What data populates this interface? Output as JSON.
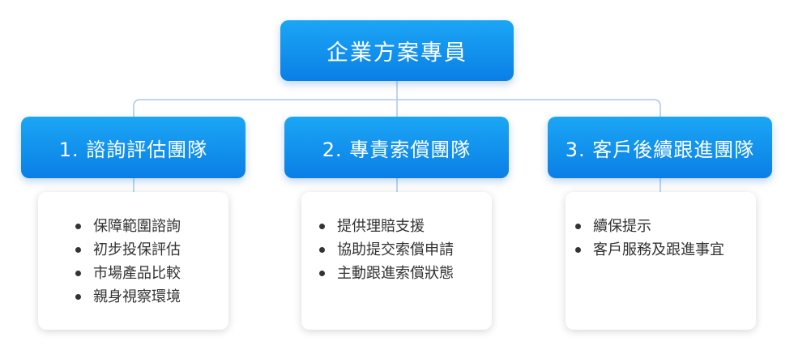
{
  "root": {
    "label": "企業方案專員"
  },
  "teams": [
    {
      "label": "1. 諮詢評估團隊",
      "items": [
        "保障範圍諮詢",
        "初步投保評估",
        "市場產品比較",
        "親身視察環境"
      ]
    },
    {
      "label": "2. 專責索償團隊",
      "items": [
        "提供理賠支援",
        "協助提交索償申請",
        "主動跟進索償狀態"
      ]
    },
    {
      "label": "3. 客戶後續跟進團隊",
      "items": [
        "續保提示",
        "客戶服務及跟進事宜"
      ]
    }
  ],
  "colors": {
    "box_gradient_start": "#1ba6f5",
    "box_gradient_end": "#0a7fe6",
    "connector": "#aac8ee",
    "text": "#333333"
  }
}
